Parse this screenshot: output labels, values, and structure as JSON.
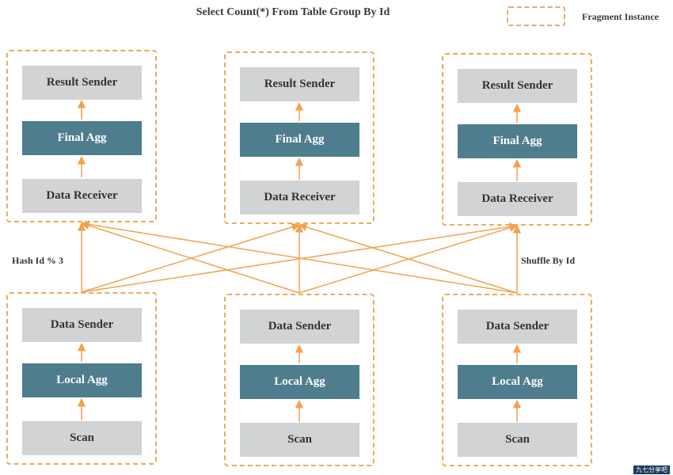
{
  "title": "Select Count(*) From Table Group By Id",
  "legend": {
    "label": "Fragment Instance"
  },
  "edge_labels": {
    "left": "Hash Id % 3",
    "right": "Shuffle By Id"
  },
  "top_fragments": [
    {
      "result_sender": "Result Sender",
      "final_agg": "Final Agg",
      "data_receiver": "Data Receiver"
    },
    {
      "result_sender": "Result Sender",
      "final_agg": "Final Agg",
      "data_receiver": "Data Receiver"
    },
    {
      "result_sender": "Result Sender",
      "final_agg": "Final Agg",
      "data_receiver": "Data Receiver"
    }
  ],
  "bottom_fragments": [
    {
      "data_sender": "Data Sender",
      "local_agg": "Local Agg",
      "scan": "Scan"
    },
    {
      "data_sender": "Data Sender",
      "local_agg": "Local Agg",
      "scan": "Scan"
    },
    {
      "data_sender": "Data Sender",
      "local_agg": "Local Agg",
      "scan": "Scan"
    }
  ],
  "watermark": "九七分享吧",
  "colors": {
    "dashed_border": "#eeaa5e",
    "arrow": "#f0a350",
    "gray_node": "#d1d3d4",
    "teal_node": "#4e7d8e"
  }
}
